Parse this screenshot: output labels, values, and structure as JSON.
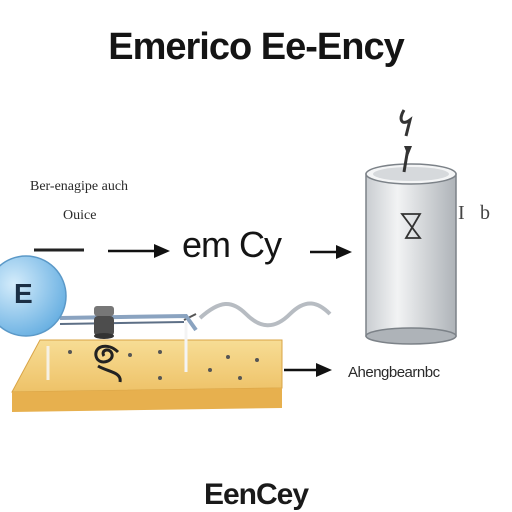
{
  "header": {
    "title": "Emerico Ee-Ency"
  },
  "labels": {
    "left_top": "Ber-enagipe auch",
    "left_bottom": "Ouice",
    "formula": "em Cy",
    "right_bottom": "Ahengbearnbc",
    "electron": "E",
    "side_mark_1": "I",
    "side_mark_2": "b"
  },
  "footer": {
    "text": "EenCey"
  },
  "colors": {
    "board": "#f2cf7a",
    "board_edge": "#e7b04e",
    "electron": "#8fc8ee",
    "cylinder": "#e4e6e8",
    "wave": "#b7bcc2"
  }
}
